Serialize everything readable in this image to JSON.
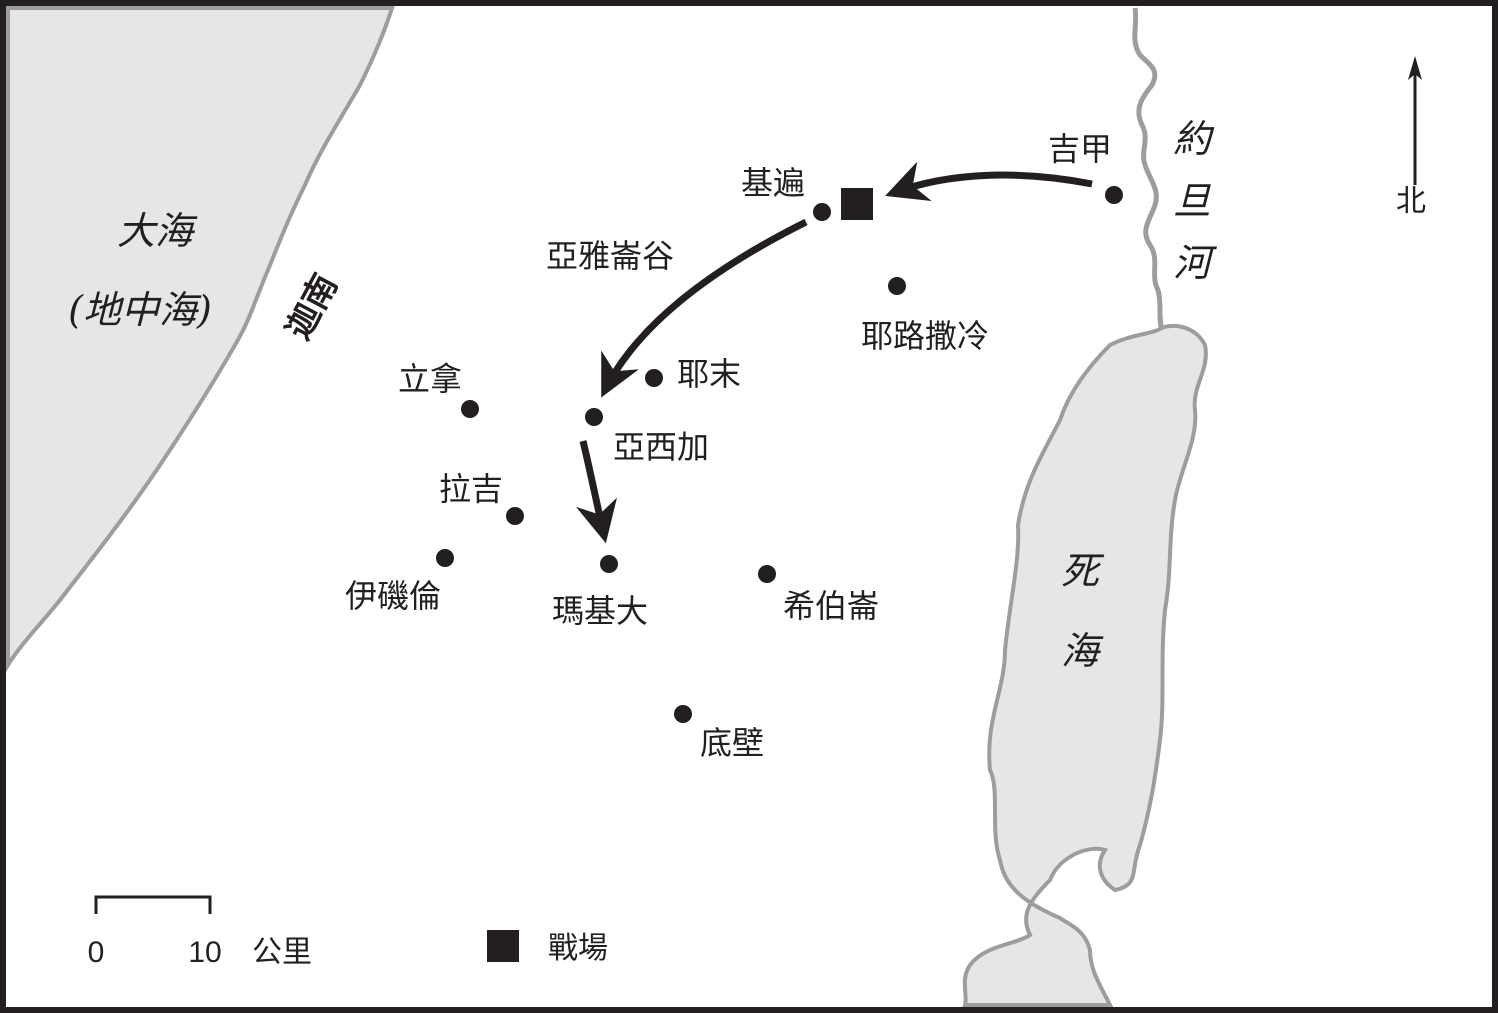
{
  "colors": {
    "land": "#ffffff",
    "water": "#e6e6e6",
    "water_edge": "#9d9d9d",
    "ink": "#231f20"
  },
  "water_labels": {
    "sea_line1": "大海",
    "sea_line2": "(地中海)",
    "region": "迦南",
    "river": [
      "約",
      "旦",
      "河"
    ],
    "dead_sea": [
      "死",
      "海"
    ]
  },
  "places": {
    "gilgal": "吉甲",
    "gibeon": "基遍",
    "aijalon_valley": "亞雅崙谷",
    "jerusalem": "耶路撒冷",
    "libnah": "立拿",
    "jarmuth": "耶末",
    "azekah": "亞西加",
    "lachish": "拉吉",
    "eglon": "伊磯倫",
    "makkedah": "瑪基大",
    "hebron": "希伯崙",
    "debir": "底壁"
  },
  "north_label": "北",
  "scale": {
    "zero": "0",
    "ten": "10",
    "unit": "公里"
  },
  "legend": {
    "battlefield": "戰場",
    "icon": "square-icon"
  }
}
